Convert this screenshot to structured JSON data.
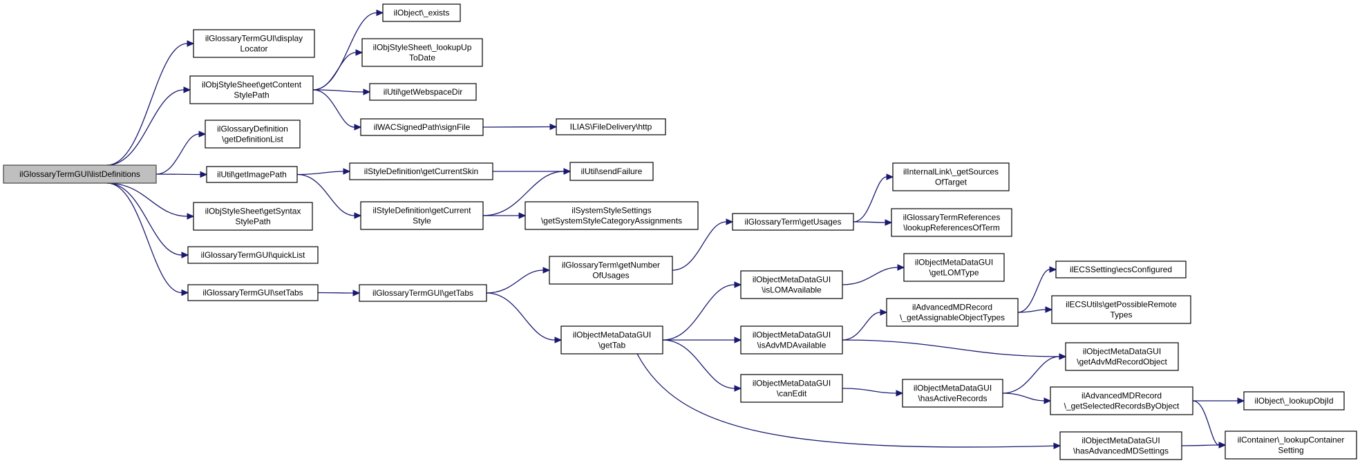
{
  "colors": {
    "edge": "#191970",
    "node_border": "#000000",
    "root_fill": "#bfbfbf",
    "node_fill": "#ffffff"
  },
  "nodes": [
    {
      "id": "listDefinitions",
      "lines": [
        "ilGlossaryTermGUI\\listDefinitions"
      ],
      "root": true
    },
    {
      "id": "displayLocator",
      "lines": [
        "ilGlossaryTermGUI\\display",
        "Locator"
      ]
    },
    {
      "id": "getContentStylePath",
      "lines": [
        "ilObjStyleSheet\\getContent",
        "StylePath"
      ]
    },
    {
      "id": "getDefinitionList",
      "lines": [
        "ilGlossaryDefinition",
        "\\getDefinitionList"
      ]
    },
    {
      "id": "getImagePath",
      "lines": [
        "ilUtil\\getImagePath"
      ]
    },
    {
      "id": "getSyntaxStylePath",
      "lines": [
        "ilObjStyleSheet\\getSyntax",
        "StylePath"
      ]
    },
    {
      "id": "quickList",
      "lines": [
        "ilGlossaryTermGUI\\quickList"
      ]
    },
    {
      "id": "setTabs",
      "lines": [
        "ilGlossaryTermGUI\\setTabs"
      ]
    },
    {
      "id": "objectExists",
      "lines": [
        "ilObject\\_exists"
      ]
    },
    {
      "id": "lookupUpToDate",
      "lines": [
        "ilObjStyleSheet\\_lookupUp",
        "ToDate"
      ]
    },
    {
      "id": "getWebspaceDir",
      "lines": [
        "ilUtil\\getWebspaceDir"
      ]
    },
    {
      "id": "signFile",
      "lines": [
        "ilWACSignedPath\\signFile"
      ]
    },
    {
      "id": "http",
      "lines": [
        "ILIAS\\FileDelivery\\http"
      ]
    },
    {
      "id": "getCurrentSkin",
      "lines": [
        "ilStyleDefinition\\getCurrentSkin"
      ]
    },
    {
      "id": "getCurrentStyle",
      "lines": [
        "ilStyleDefinition\\getCurrent",
        "Style"
      ]
    },
    {
      "id": "sendFailure",
      "lines": [
        "ilUtil\\sendFailure"
      ]
    },
    {
      "id": "getSystemStyleCategoryAssignments",
      "lines": [
        "ilSystemStyleSettings",
        "\\getSystemStyleCategoryAssignments"
      ]
    },
    {
      "id": "getTabs",
      "lines": [
        "ilGlossaryTermGUI\\getTabs"
      ]
    },
    {
      "id": "getNumberOfUsages",
      "lines": [
        "ilGlossaryTerm\\getNumber",
        "OfUsages"
      ]
    },
    {
      "id": "getUsages",
      "lines": [
        "ilGlossaryTerm\\getUsages"
      ]
    },
    {
      "id": "getSourcesOfTarget",
      "lines": [
        "ilInternalLink\\_getSources",
        "OfTarget"
      ]
    },
    {
      "id": "lookupReferencesOfTerm",
      "lines": [
        "ilGlossaryTermReferences",
        "\\lookupReferencesOfTerm"
      ]
    },
    {
      "id": "getTab",
      "lines": [
        "ilObjectMetaDataGUI",
        "\\getTab"
      ]
    },
    {
      "id": "isLOMAvailable",
      "lines": [
        "ilObjectMetaDataGUI",
        "\\isLOMAvailable"
      ]
    },
    {
      "id": "getLOMType",
      "lines": [
        "ilObjectMetaDataGUI",
        "\\getLOMType"
      ]
    },
    {
      "id": "isAdvMDAvailable",
      "lines": [
        "ilObjectMetaDataGUI",
        "\\isAdvMDAvailable"
      ]
    },
    {
      "id": "getAssignableObjectTypes",
      "lines": [
        "ilAdvancedMDRecord",
        "\\_getAssignableObjectTypes"
      ]
    },
    {
      "id": "ecsConfigured",
      "lines": [
        "ilECSSetting\\ecsConfigured"
      ]
    },
    {
      "id": "getPossibleRemoteTypes",
      "lines": [
        "ilECSUtils\\getPossibleRemote",
        "Types"
      ]
    },
    {
      "id": "getAdvMdRecordObject",
      "lines": [
        "ilObjectMetaDataGUI",
        "\\getAdvMdRecordObject"
      ]
    },
    {
      "id": "canEdit",
      "lines": [
        "ilObjectMetaDataGUI",
        "\\canEdit"
      ]
    },
    {
      "id": "hasActiveRecords",
      "lines": [
        "ilObjectMetaDataGUI",
        "\\hasActiveRecords"
      ]
    },
    {
      "id": "getSelectedRecordsByObject",
      "lines": [
        "ilAdvancedMDRecord",
        "\\_getSelectedRecordsByObject"
      ]
    },
    {
      "id": "lookupObjId",
      "lines": [
        "ilObject\\_lookupObjId"
      ]
    },
    {
      "id": "lookupContainerSetting",
      "lines": [
        "ilContainer\\_lookupContainer",
        "Setting"
      ]
    },
    {
      "id": "hasAdvancedMDSettings",
      "lines": [
        "ilObjectMetaDataGUI",
        "\\hasAdvancedMDSettings"
      ]
    }
  ],
  "edges": [
    [
      "listDefinitions",
      "displayLocator"
    ],
    [
      "listDefinitions",
      "getContentStylePath"
    ],
    [
      "listDefinitions",
      "getDefinitionList"
    ],
    [
      "listDefinitions",
      "getImagePath"
    ],
    [
      "listDefinitions",
      "getSyntaxStylePath"
    ],
    [
      "listDefinitions",
      "quickList"
    ],
    [
      "listDefinitions",
      "setTabs"
    ],
    [
      "getContentStylePath",
      "objectExists"
    ],
    [
      "getContentStylePath",
      "lookupUpToDate"
    ],
    [
      "getContentStylePath",
      "getWebspaceDir"
    ],
    [
      "getContentStylePath",
      "signFile"
    ],
    [
      "signFile",
      "http"
    ],
    [
      "getImagePath",
      "getCurrentSkin"
    ],
    [
      "getImagePath",
      "getCurrentStyle"
    ],
    [
      "getCurrentSkin",
      "sendFailure"
    ],
    [
      "getCurrentStyle",
      "sendFailure"
    ],
    [
      "getCurrentStyle",
      "getSystemStyleCategoryAssignments"
    ],
    [
      "setTabs",
      "getTabs"
    ],
    [
      "getTabs",
      "getNumberOfUsages"
    ],
    [
      "getTabs",
      "getTab"
    ],
    [
      "getNumberOfUsages",
      "getUsages"
    ],
    [
      "getUsages",
      "getSourcesOfTarget"
    ],
    [
      "getUsages",
      "lookupReferencesOfTerm"
    ],
    [
      "getTab",
      "isLOMAvailable"
    ],
    [
      "getTab",
      "isAdvMDAvailable"
    ],
    [
      "getTab",
      "canEdit"
    ],
    [
      "getTab",
      "hasAdvancedMDSettings"
    ],
    [
      "isLOMAvailable",
      "getLOMType"
    ],
    [
      "isAdvMDAvailable",
      "getAssignableObjectTypes"
    ],
    [
      "isAdvMDAvailable",
      "getAdvMdRecordObject"
    ],
    [
      "getAssignableObjectTypes",
      "ecsConfigured"
    ],
    [
      "getAssignableObjectTypes",
      "getPossibleRemoteTypes"
    ],
    [
      "canEdit",
      "hasActiveRecords"
    ],
    [
      "hasActiveRecords",
      "getAdvMdRecordObject"
    ],
    [
      "hasActiveRecords",
      "getSelectedRecordsByObject"
    ],
    [
      "getSelectedRecordsByObject",
      "lookupObjId"
    ],
    [
      "getSelectedRecordsByObject",
      "lookupContainerSetting"
    ],
    [
      "hasAdvancedMDSettings",
      "lookupContainerSetting"
    ]
  ]
}
